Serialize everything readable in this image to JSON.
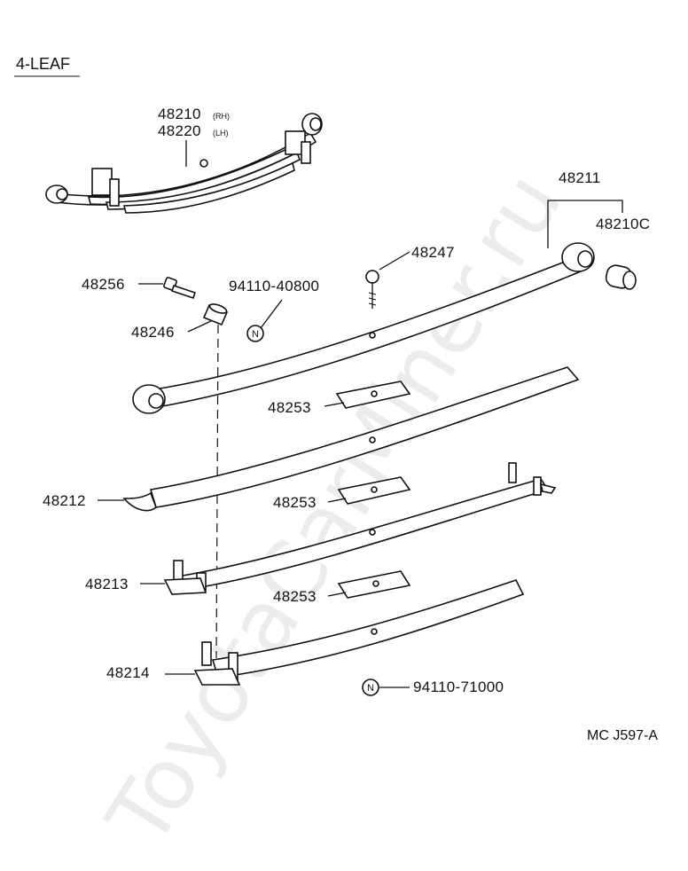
{
  "header": {
    "title": "4-LEAF"
  },
  "labels": {
    "p48210": "48210",
    "p48210_rh": "(RH)",
    "p48220": "48220",
    "p48220_lh": "(LH)",
    "p48211": "48211",
    "p48210C": "48210C",
    "p48247": "48247",
    "p48256": "48256",
    "p94110_40800": "94110-40800",
    "p48246": "48246",
    "p48253_a": "48253",
    "p48212": "48212",
    "p48253_b": "48253",
    "p48213": "48213",
    "p48253_c": "48253",
    "p48214": "48214",
    "p94110_71000": "94110-71000",
    "n_symbol_a": "N",
    "n_symbol_b": "N"
  },
  "footer": {
    "code": "MC J597-A"
  },
  "watermark": {
    "text": "ToyotaCarMiner.ru"
  },
  "icons": [
    "leaf-spring-assembly-icon",
    "bushing-icon",
    "bolt-icon",
    "pin-icon",
    "liner-plate-icon",
    "n-circle-icon"
  ]
}
